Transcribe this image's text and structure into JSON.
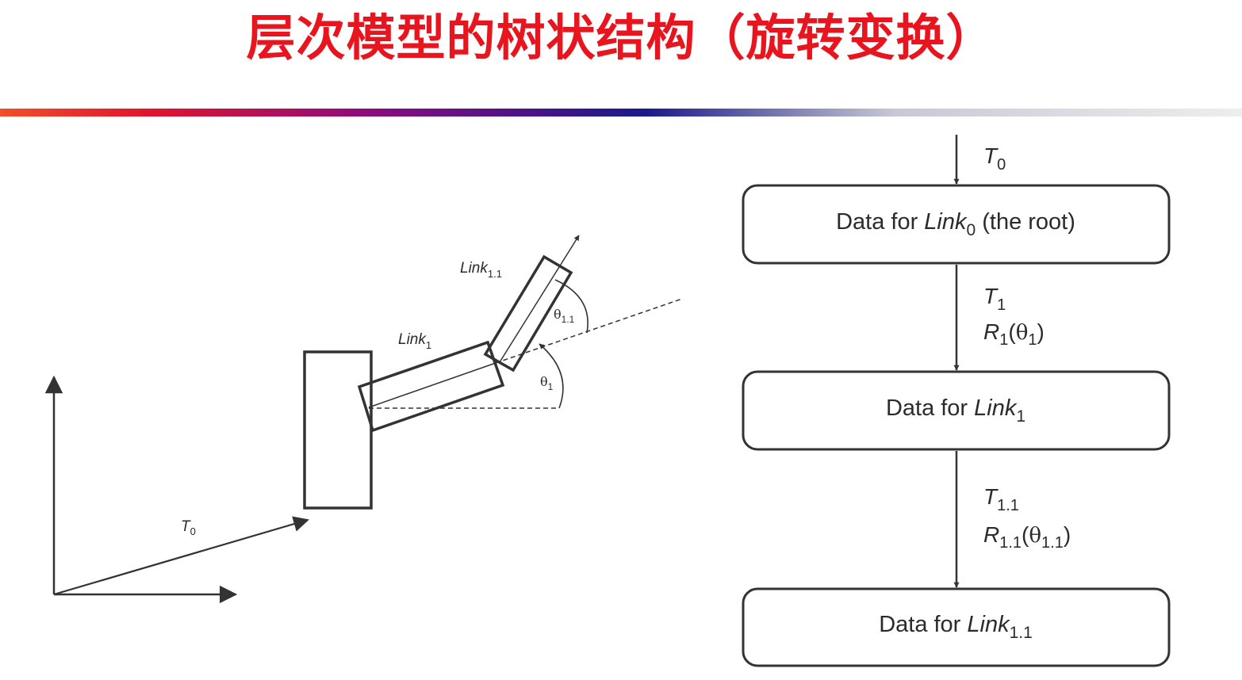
{
  "title": {
    "text": "层次模型的树状结构（旋转变换）",
    "color": "#e8141e"
  },
  "rule_colors": [
    "#f0502a",
    "#e0142e",
    "#8a0c80",
    "#1a1a8a",
    "#c8c8d4",
    "#eeeeee"
  ],
  "figure": {
    "link_1_1": {
      "base": "Link",
      "sub": "1.1"
    },
    "link_1": {
      "base": "Link",
      "sub": "1"
    },
    "theta_1_1": {
      "symbol": "θ",
      "sub": "1.1"
    },
    "theta_1": {
      "symbol": "θ",
      "sub": "1"
    },
    "t0": {
      "base": "T",
      "sub": "0"
    }
  },
  "tree": {
    "top_edge": {
      "base": "T",
      "sub": "0"
    },
    "nodes": [
      {
        "prefix": "Data for ",
        "italic": "Link",
        "sub": "0",
        "suffix": " (the root)"
      },
      {
        "prefix": "Data for ",
        "italic": "Link",
        "sub": "1",
        "suffix": ""
      },
      {
        "prefix": "Data for ",
        "italic": "Link",
        "sub": "1.1",
        "suffix": ""
      }
    ],
    "edges": [
      {
        "t_base": "T",
        "t_sub": "1",
        "r_base": "R",
        "r_sub": "1",
        "theta": "θ",
        "theta_sub": "1"
      },
      {
        "t_base": "T",
        "t_sub": "1.1",
        "r_base": "R",
        "r_sub": "1.1",
        "theta": "θ",
        "theta_sub": "1.1"
      }
    ]
  }
}
